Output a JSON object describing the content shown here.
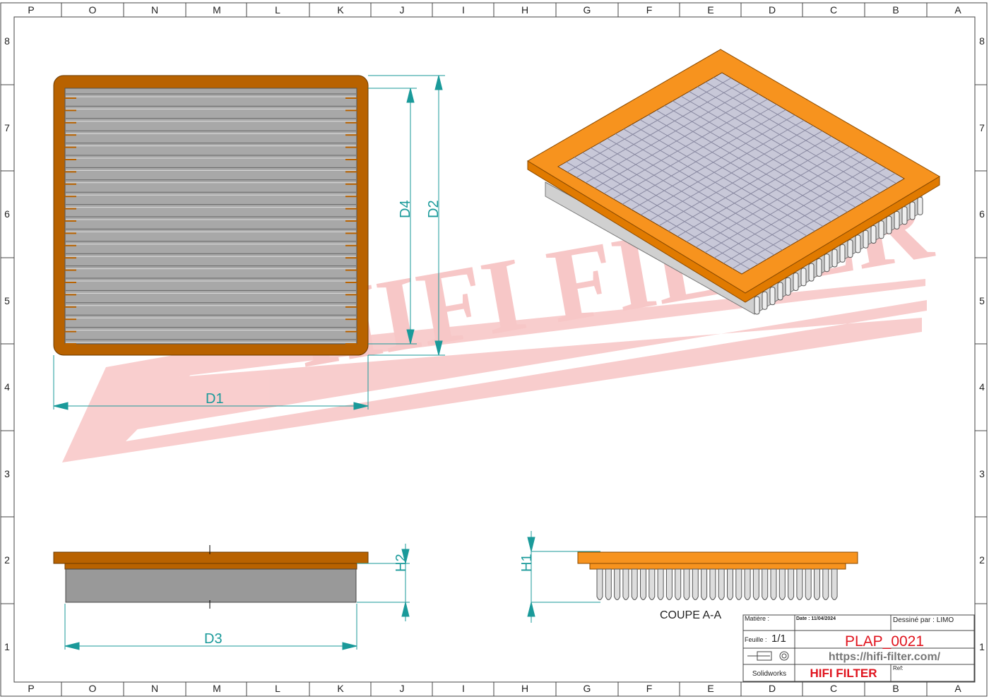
{
  "border": {
    "columns": [
      "P",
      "O",
      "N",
      "M",
      "L",
      "K",
      "J",
      "I",
      "H",
      "G",
      "F",
      "E",
      "D",
      "C",
      "B",
      "A"
    ],
    "rows": [
      "8",
      "7",
      "6",
      "5",
      "4",
      "3",
      "2",
      "1"
    ]
  },
  "dimensions": {
    "d1": "D1",
    "d2": "D2",
    "d3": "D3",
    "d4": "D4",
    "h1": "H1",
    "h2": "H2"
  },
  "section_label": "COUPE A-A",
  "watermark": "HIFI FILTER",
  "title_block": {
    "material_label": "Matière :",
    "date": "Date : 11/04/2024",
    "drawn_by": "Dessiné par : LIMO",
    "sheet_label": "Feuille :",
    "sheet_value": "1/1",
    "part_number": "PLAP_0021",
    "url": "https://hifi-filter.com/",
    "software": "Solidworks",
    "brand": "HIFI FILTER",
    "ref_label": "Ref:"
  },
  "colors": {
    "frame": "#b86200",
    "frame_iso": "#f7931e",
    "dimension": "#1a9a9a",
    "watermark": "#f4b7b7",
    "brand_red": "#e0141e"
  }
}
